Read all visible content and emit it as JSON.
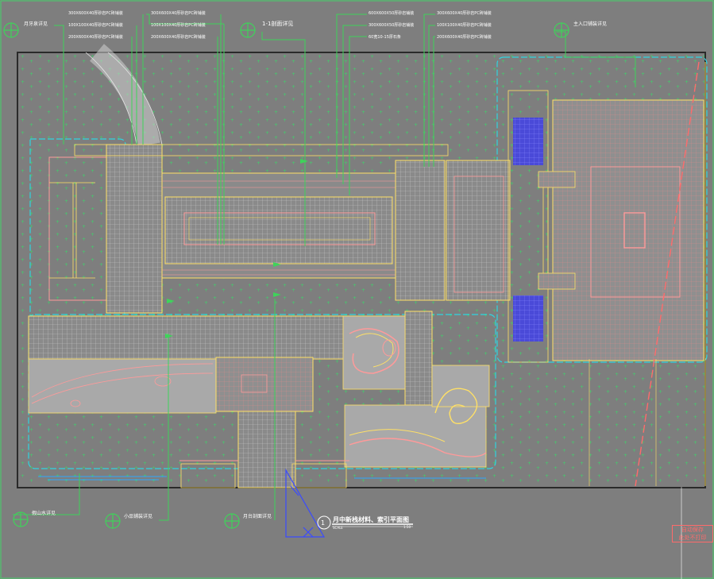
{
  "drawing": {
    "title": "月中新栈材料、索引平面图",
    "title_number": "1",
    "scale_left": "SCALE",
    "scale_right": "1:50",
    "stamp_line1": "自动保存",
    "stamp_line2": "此处不打印"
  },
  "callouts_top": {
    "left_heading": "月牙泉详见",
    "group1": [
      "300X600X40厚砂岩PC砖铺装",
      "100X100X40厚砂岩PC砖铺装",
      "200X600X40厚砂岩PC砖铺装"
    ],
    "group2": [
      "300X600X40厚砂岩PC砖铺装",
      "100X100X40厚砂岩PC砖铺装",
      "200X600X40厚砂岩PC砖铺装"
    ],
    "section_ref": "1-1剖面详见",
    "group3": [
      "600X600X50厚砂岩铺装",
      "300X600X50厚砂岩铺装",
      "60宽10-15厚石条"
    ],
    "group4": [
      "300X600X40厚砂岩PC砖铺装",
      "100X100X40厚砂岩PC砖铺装",
      "200X600X40厚砂岩PC砖铺装"
    ],
    "right_heading": "主入口铺装详见"
  },
  "callouts_bottom": {
    "left": "假山水详见",
    "middle": "小品铺装详见",
    "right": "月台剖面详见"
  }
}
